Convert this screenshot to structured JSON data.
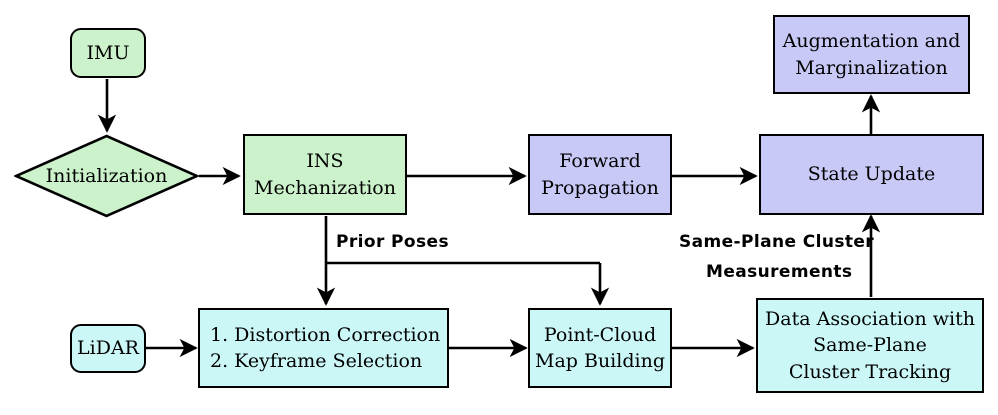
{
  "diagram": {
    "title": "LiDAR-Inertial Odometry Pipeline Flowchart",
    "colors": {
      "green": "#ccf2cc",
      "purple": "#c9c9f7",
      "cyan": "#cbf7f7",
      "stroke": "#000000",
      "background": "#ffffff"
    },
    "nodes": [
      {
        "id": "imu",
        "label": "IMU",
        "lines": [
          "IMU"
        ],
        "shape": "rounded-rect",
        "color": "green"
      },
      {
        "id": "initialization",
        "label": "Initialization",
        "lines": [
          "Initialization"
        ],
        "shape": "diamond",
        "color": "green"
      },
      {
        "id": "ins",
        "label": "INS Mechanization",
        "lines": [
          "INS",
          "Mechanization"
        ],
        "shape": "rect",
        "color": "green"
      },
      {
        "id": "forward",
        "label": "Forward Propagation",
        "lines": [
          "Forward",
          "Propagation"
        ],
        "shape": "rect",
        "color": "purple"
      },
      {
        "id": "state-update",
        "label": "State Update",
        "lines": [
          "State Update"
        ],
        "shape": "rect",
        "color": "purple"
      },
      {
        "id": "augmentation",
        "label": "Augmentation and Marginalization",
        "lines": [
          "Augmentation and",
          "Marginalization"
        ],
        "shape": "rect",
        "color": "purple"
      },
      {
        "id": "lidar",
        "label": "LiDAR",
        "lines": [
          "LiDAR"
        ],
        "shape": "rounded-rect",
        "color": "cyan"
      },
      {
        "id": "preprocess",
        "label": "Distortion Correction and Keyframe Selection",
        "lines": [
          "1. Distortion Correction",
          "2. Keyframe Selection"
        ],
        "shape": "rect",
        "color": "cyan"
      },
      {
        "id": "map-building",
        "label": "Point-Cloud Map Building",
        "lines": [
          "Point-Cloud",
          "Map Building"
        ],
        "shape": "rect",
        "color": "cyan"
      },
      {
        "id": "data-association",
        "label": "Data Association with Same-Plane Cluster Tracking",
        "lines": [
          "Data Association with",
          "Same-Plane",
          "Cluster Tracking"
        ],
        "shape": "rect",
        "color": "cyan"
      }
    ],
    "edge_labels": [
      {
        "id": "prior-poses",
        "text": "Prior Poses"
      },
      {
        "id": "same-plane-cluster",
        "text": "Same-Plane Cluster"
      },
      {
        "id": "measurements",
        "text": "Measurements"
      }
    ],
    "edges": [
      {
        "from": "imu",
        "to": "initialization"
      },
      {
        "from": "initialization",
        "to": "ins"
      },
      {
        "from": "ins",
        "to": "forward"
      },
      {
        "from": "forward",
        "to": "state-update"
      },
      {
        "from": "state-update",
        "to": "augmentation"
      },
      {
        "from": "ins",
        "to": "preprocess",
        "label": "Prior Poses"
      },
      {
        "from": "ins",
        "to": "map-building",
        "label": "Prior Poses"
      },
      {
        "from": "lidar",
        "to": "preprocess"
      },
      {
        "from": "preprocess",
        "to": "map-building"
      },
      {
        "from": "map-building",
        "to": "data-association"
      },
      {
        "from": "data-association",
        "to": "state-update",
        "label": "Same-Plane Cluster Measurements"
      }
    ]
  }
}
